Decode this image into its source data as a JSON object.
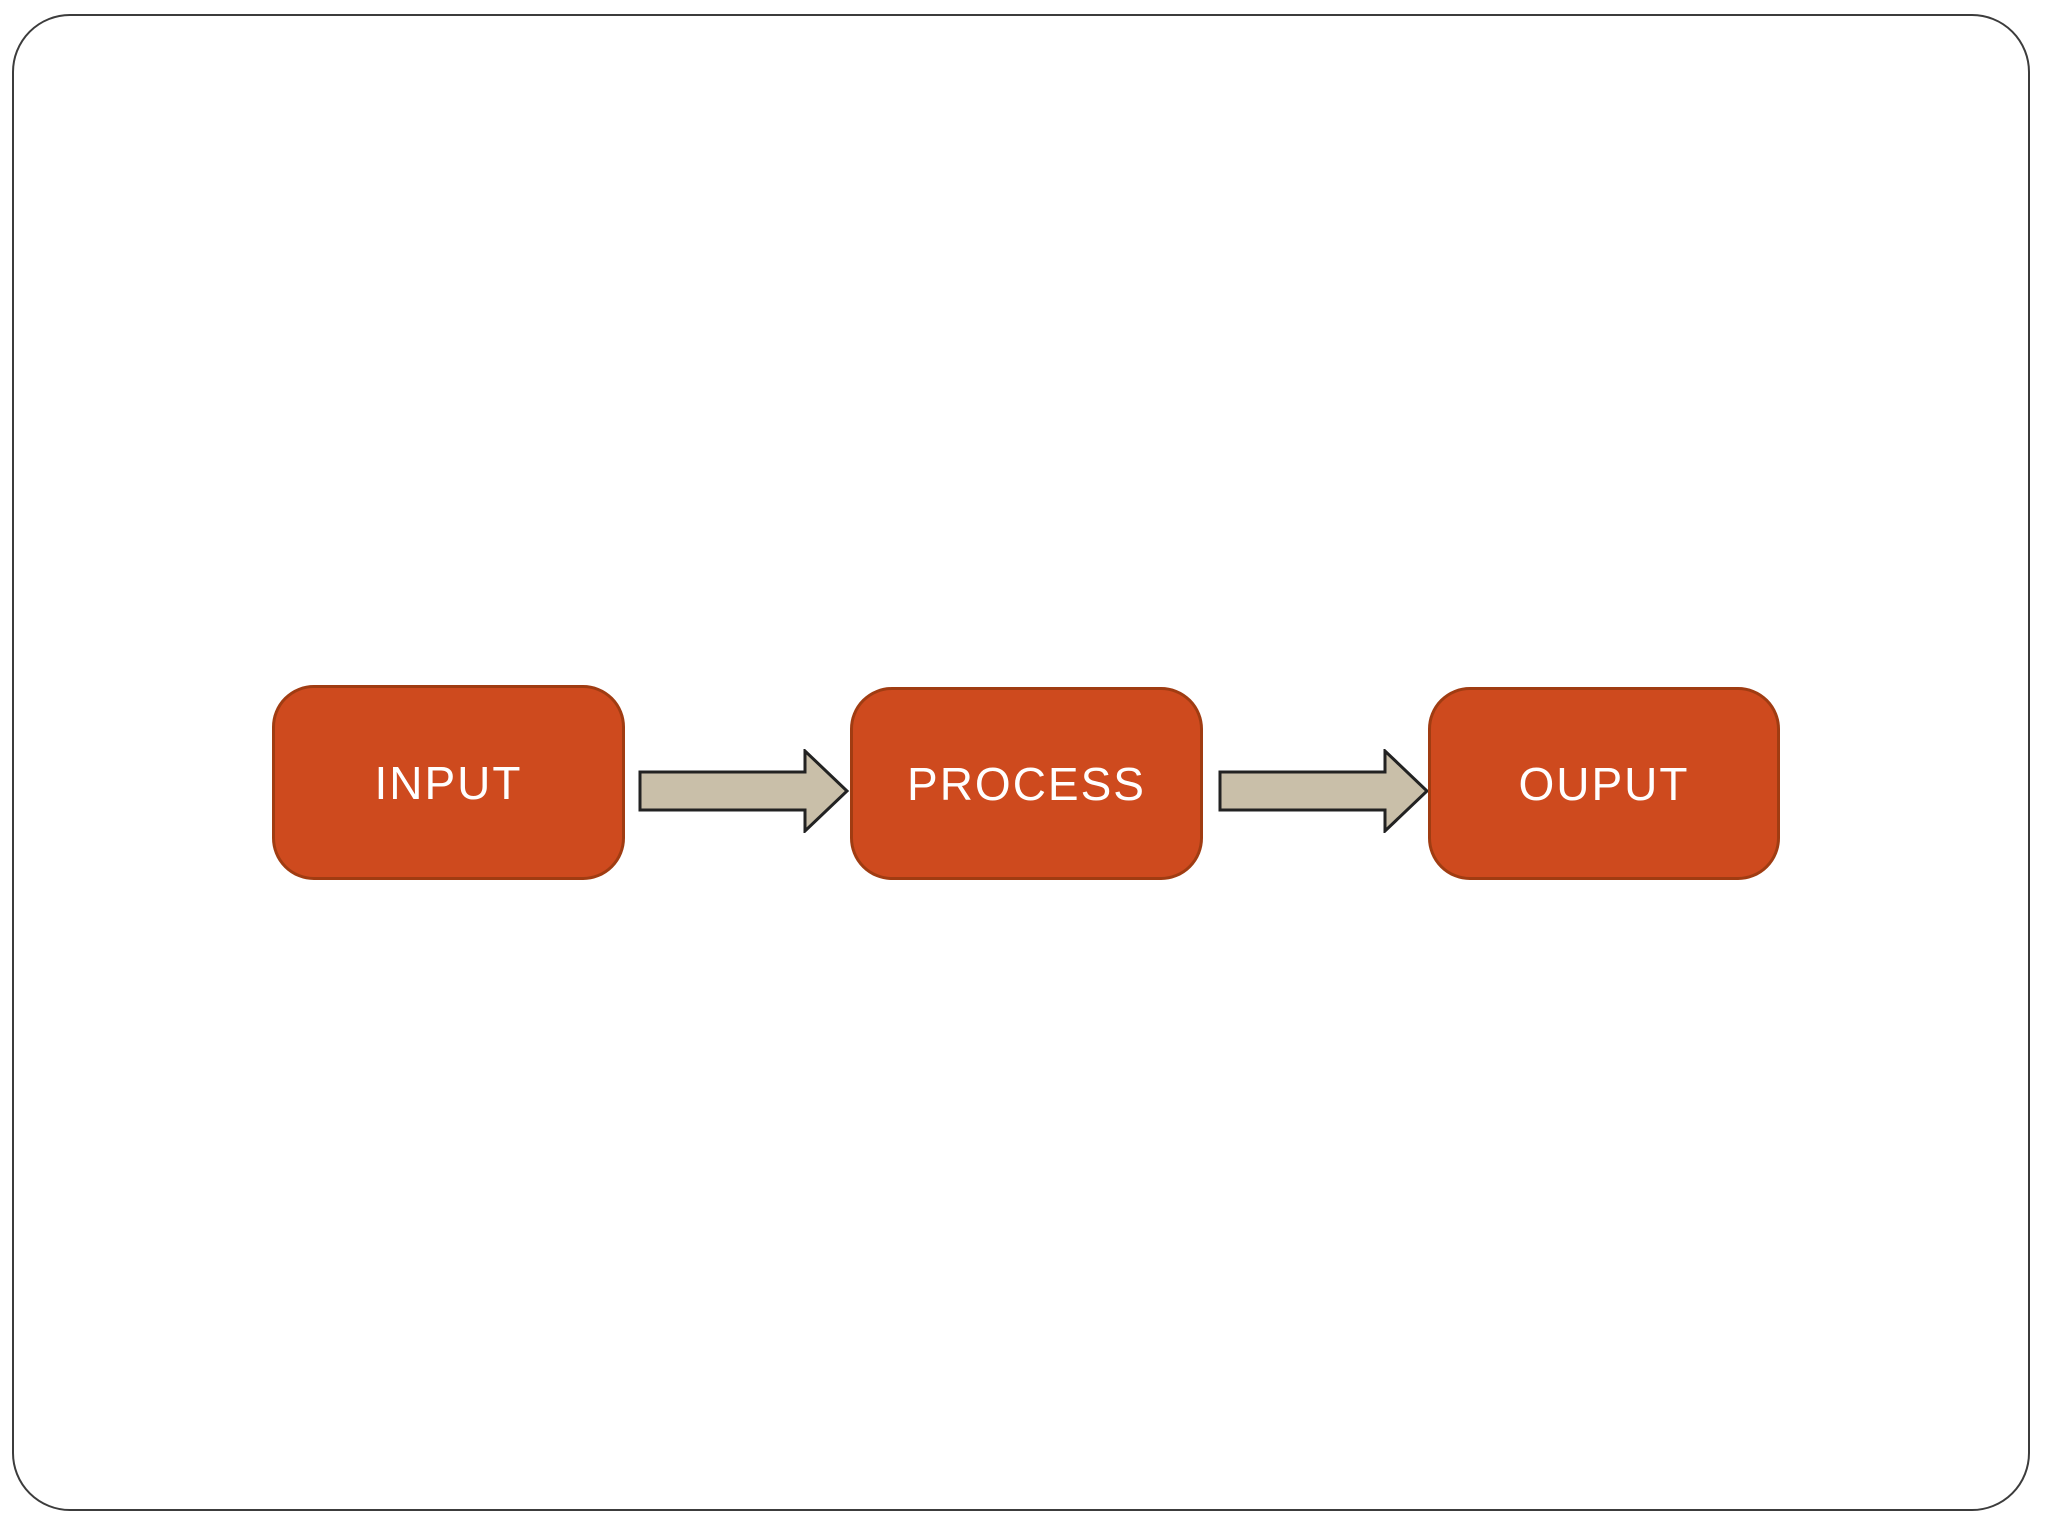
{
  "slide": {
    "background_color": "#ffffff",
    "border_color": "#3c3c3c"
  },
  "diagram": {
    "title": "",
    "nodes": [
      {
        "id": "input",
        "label": "INPUT"
      },
      {
        "id": "process",
        "label": "PROCESS"
      },
      {
        "id": "ouput",
        "label": "OUPUT"
      }
    ],
    "connectors": [
      {
        "from": "INPUT",
        "to": "PROCESS",
        "shape": "right-block-arrow"
      },
      {
        "from": "PROCESS",
        "to": "OUPUT",
        "shape": "right-block-arrow"
      }
    ],
    "colors": {
      "node_fill": "#ce4a1e",
      "node_border": "#a03c12",
      "node_text": "#ffffff",
      "arrow_fill": "#c9bfa9",
      "arrow_border": "#222222",
      "slide_bg": "#ffffff",
      "slide_border": "#3c3c3c"
    }
  }
}
